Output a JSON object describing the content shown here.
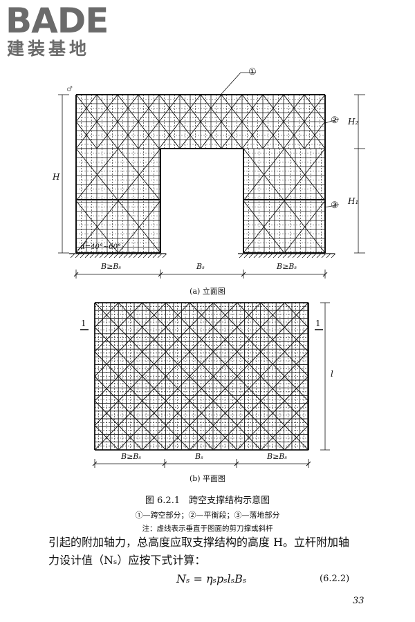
{
  "logo": {
    "main": "BADE",
    "sub": "建装基地"
  },
  "corner_mark": "♂",
  "elevation": {
    "callouts": [
      "①",
      "②",
      "③"
    ],
    "label_H": "H",
    "label_H2": "H₂",
    "label_H1": "H₁",
    "angle_label": "α=40°~60°",
    "dim_labels": [
      "B≥Bₛ",
      "Bₛ",
      "B≥Bₛ"
    ],
    "caption": "(a) 立面图"
  },
  "plan": {
    "section_mark": "1",
    "label_L": "l",
    "dim_labels": [
      "B≥Bₛ",
      "Bₛ",
      "B≥Bₛ"
    ],
    "caption": "(b) 平面图"
  },
  "figure_title": "图 6.2.1　跨空支撑结构示意图",
  "legend": "①—跨空部分；②—平衡段；③—落地部分",
  "note": "注：虚线表示垂直于图面的剪刀撑或斜杆",
  "body_line1": "引起的附加轴力，总高度应取支撑结构的高度 H。立杆附加轴",
  "body_line2": "力设计值（Nₛ）应按下式计算：",
  "formula": "Nₛ = ηₛpₛlₛBₛ",
  "formula_number": "(6.2.2)",
  "page_number": "33"
}
